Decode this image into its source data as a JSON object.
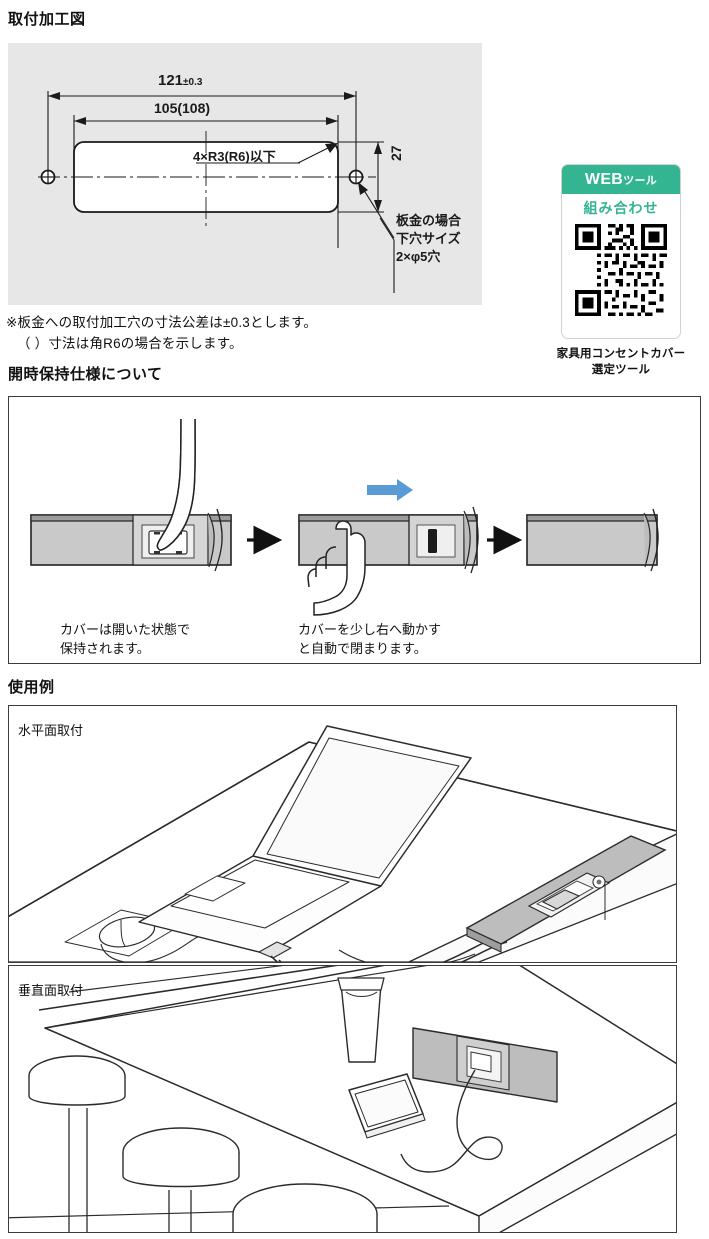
{
  "sections": {
    "install_drawing_title": "取付加工図",
    "hold_spec_title": "開時保持仕様について",
    "usage_title": "使用例"
  },
  "drawing": {
    "dim_overall": "121",
    "dim_overall_tol": "±0.3",
    "dim_inner": "105(108)",
    "dim_height": "27",
    "corner_radius_note": "4×R3(R6)以下",
    "hole_note_line1": "板金の場合",
    "hole_note_line2": "下穴サイズ",
    "hole_note_line3": "2×φ5穴",
    "background_color": "#e7e7e7"
  },
  "notes": {
    "note1": "※板金への取付加工穴の寸法公差は±0.3とします。",
    "note2": "（ ）寸法は角R6の場合を示します。"
  },
  "web_badge": {
    "header_main": "WEB",
    "header_sub": "ツール",
    "subtitle": "組み合わせ",
    "caption_line1": "家具用コンセントカバー",
    "caption_line2": "選定ツール",
    "accent_color": "#33b592",
    "qr_alt": "qr-code"
  },
  "hold_spec": {
    "steps": [
      {
        "id": "step-open",
        "caption_line1": "カバーは開いた状態で",
        "caption_line2": "保持されます。"
      },
      {
        "id": "step-push",
        "caption_line1": "カバーを少し右へ動かす",
        "caption_line2": "と自動で閉まります。"
      },
      {
        "id": "step-closed",
        "caption_line1": "",
        "caption_line2": ""
      }
    ],
    "move_arrow_color": "#5b9bd5",
    "flow_arrow": "→"
  },
  "usage": {
    "horizontal_label": "水平面取付",
    "vertical_label": "垂直面取付"
  }
}
